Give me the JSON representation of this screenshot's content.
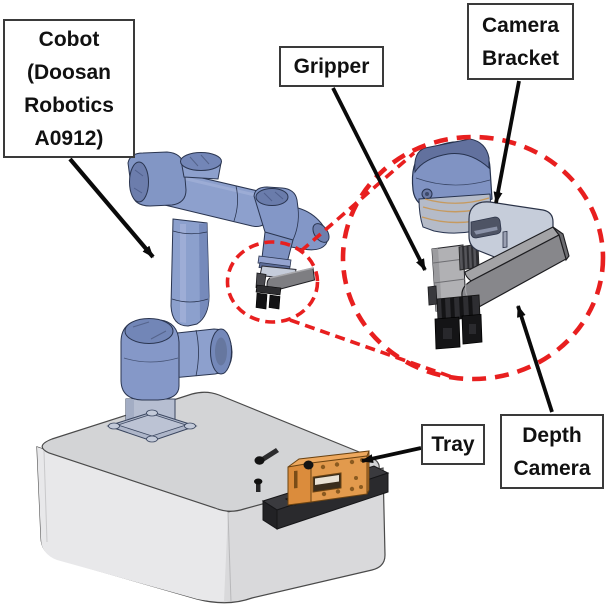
{
  "figure": {
    "type": "annotated-engineering-diagram",
    "subject": "Collaborative robot workcell with end-effector zoom detail"
  },
  "labels": {
    "cobot": {
      "lines": [
        "Cobot",
        "(Doosan",
        "Robotics",
        "A0912)"
      ]
    },
    "gripper": {
      "lines": [
        "Gripper"
      ]
    },
    "camera_bracket": {
      "lines": [
        "Camera",
        "Bracket"
      ]
    },
    "tray": {
      "lines": [
        "Tray"
      ]
    },
    "depth_camera": {
      "lines": [
        "Depth",
        "Camera"
      ]
    }
  },
  "colors": {
    "annotation_red": "#e81f1f",
    "arrow_black": "#0a0a0a",
    "label_border": "#3a3a3a",
    "label_text": "#111111",
    "robot_blue": "#8da0cd",
    "robot_blue_dark": "#6e82b2",
    "bracket_gray_blue": "#c6cdda",
    "collar_gray": "#b5bbc8",
    "collar_ring_tan": "#c69a5f",
    "camera_gray": "#87878b",
    "gripper_gray": "#b1b1b4",
    "finger_black": "#141416",
    "table_gray": "#d3d4d6",
    "rail_dark": "#2e2e31",
    "tray_orange": "#dd8f3f"
  }
}
